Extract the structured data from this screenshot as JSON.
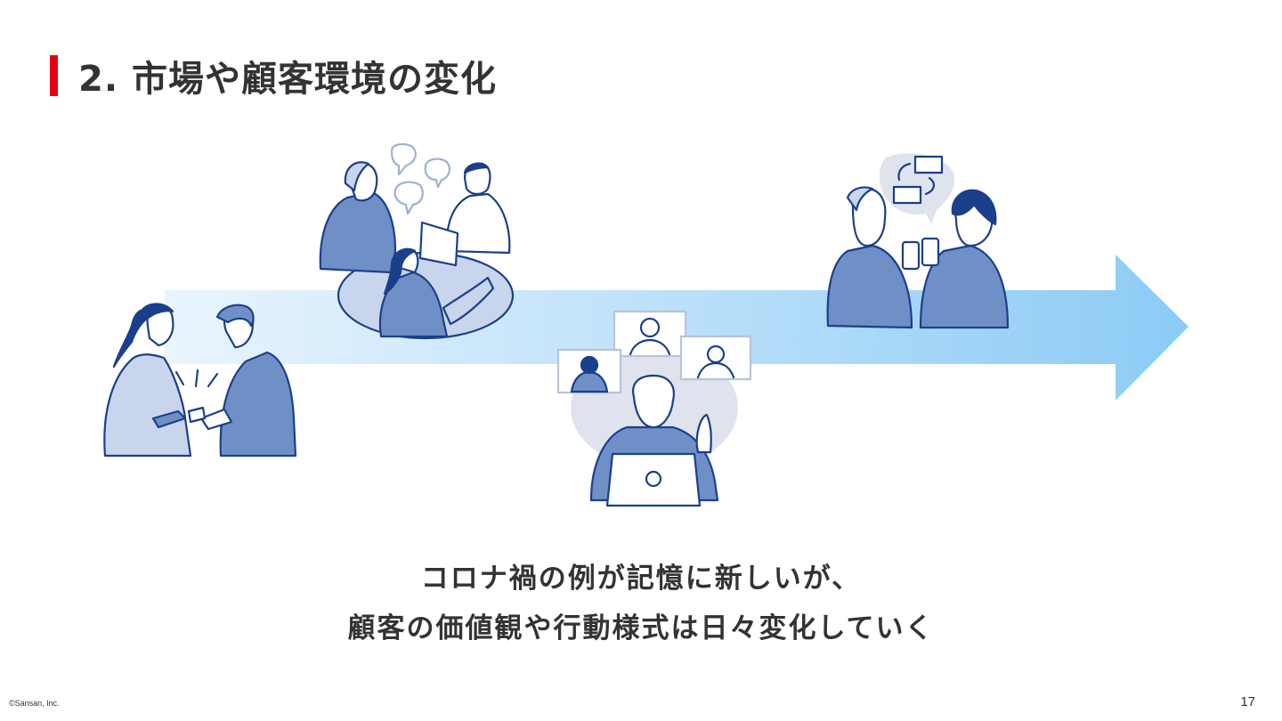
{
  "slide": {
    "title": "2.  市場や顧客環境の変化",
    "caption_line1": "コロナ禍の例が記憶に新しいが、",
    "caption_line2": "顧客の価値観や行動様式は日々変化していく",
    "copyright": "©Sansan, Inc.",
    "page_number": "17"
  },
  "colors": {
    "accent": "#e60012",
    "arrow_start": "#eaf5fd",
    "arrow_end": "#8ccbf6",
    "illustration_stroke": "#1b3f8b",
    "illustration_fill": "#6f8fc7",
    "illustration_light": "#c9d5ec"
  },
  "illustrations": [
    {
      "name": "business-card-exchange-illustration"
    },
    {
      "name": "group-meeting-illustration"
    },
    {
      "name": "video-conference-illustration"
    },
    {
      "name": "digital-card-exchange-illustration"
    }
  ]
}
